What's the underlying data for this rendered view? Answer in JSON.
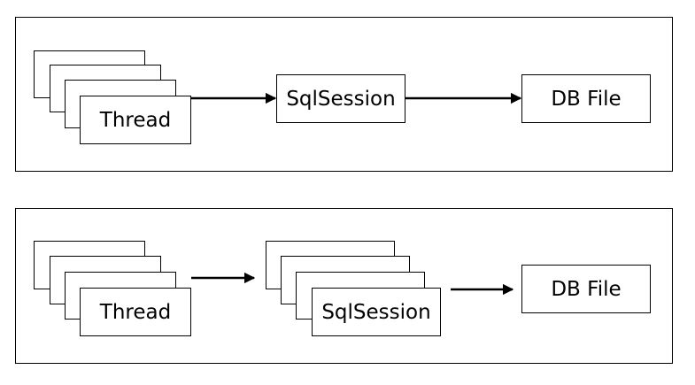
{
  "diagrams": [
    {
      "thread_label": "Thread",
      "session_label": "SqlSession",
      "db_label": "DB File"
    },
    {
      "thread_label": "Thread",
      "session_label": "SqlSession",
      "db_label": "DB File"
    }
  ]
}
